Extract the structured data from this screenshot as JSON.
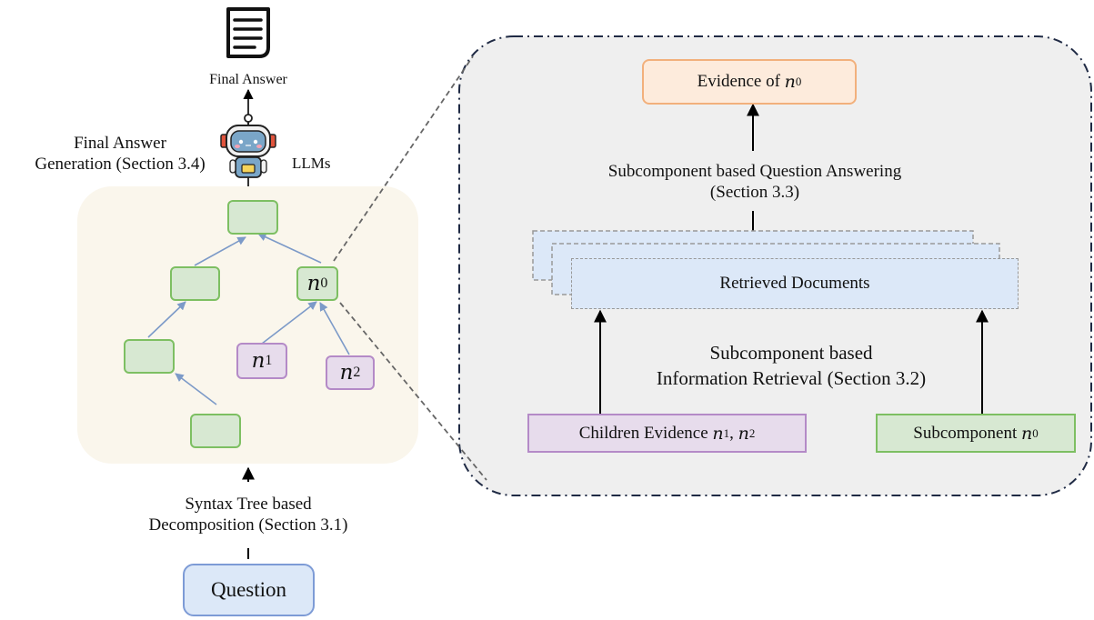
{
  "left": {
    "final_answer_label": "Final Answer",
    "generation_label_line1": "Final Answer",
    "generation_label_line2": "Generation (Section 3.4)",
    "llms_label": "LLMs",
    "decomposition_line1": "Syntax Tree based",
    "decomposition_line2": "Decomposition (Section 3.1)",
    "question_label": "Question",
    "node_n0": {
      "var": "n",
      "sub": "0"
    },
    "node_n1": {
      "var": "n",
      "sub": "1"
    },
    "node_n2": {
      "var": "n",
      "sub": "2"
    }
  },
  "right": {
    "evidence_prefix": "Evidence of",
    "evidence_var": "n",
    "evidence_sub": "0",
    "qa_line1": "Subcomponent based Question Answering",
    "qa_line2": "(Section 3.3)",
    "retrieved_label": "Retrieved Documents",
    "ir_line1": "Subcomponent based",
    "ir_line2": "Information Retrieval (Section 3.2)",
    "children_prefix": "Children Evidence",
    "children_var1": "n",
    "children_sub1": "1",
    "children_sep": ",",
    "children_var2": "n",
    "children_sub2": "2",
    "subcomp_prefix": "Subcomponent",
    "subcomp_var": "n",
    "subcomp_sub": "0"
  },
  "colors": {
    "green_border": "#7dbf62",
    "green_fill": "#d7e8d2",
    "purple_border": "#b48ac7",
    "purple_fill": "#e7dcec",
    "orange_border": "#f2b07c",
    "orange_fill": "#fdebdc",
    "blue_border": "#7d9bd6",
    "blue_fill": "#dce8f8",
    "tree_bg": "#faf6ec",
    "panel_bg": "#efefef",
    "panel_border": "#1f2a44",
    "edge": "#7c9ac8"
  },
  "icons": [
    "document-icon",
    "robot-icon"
  ]
}
